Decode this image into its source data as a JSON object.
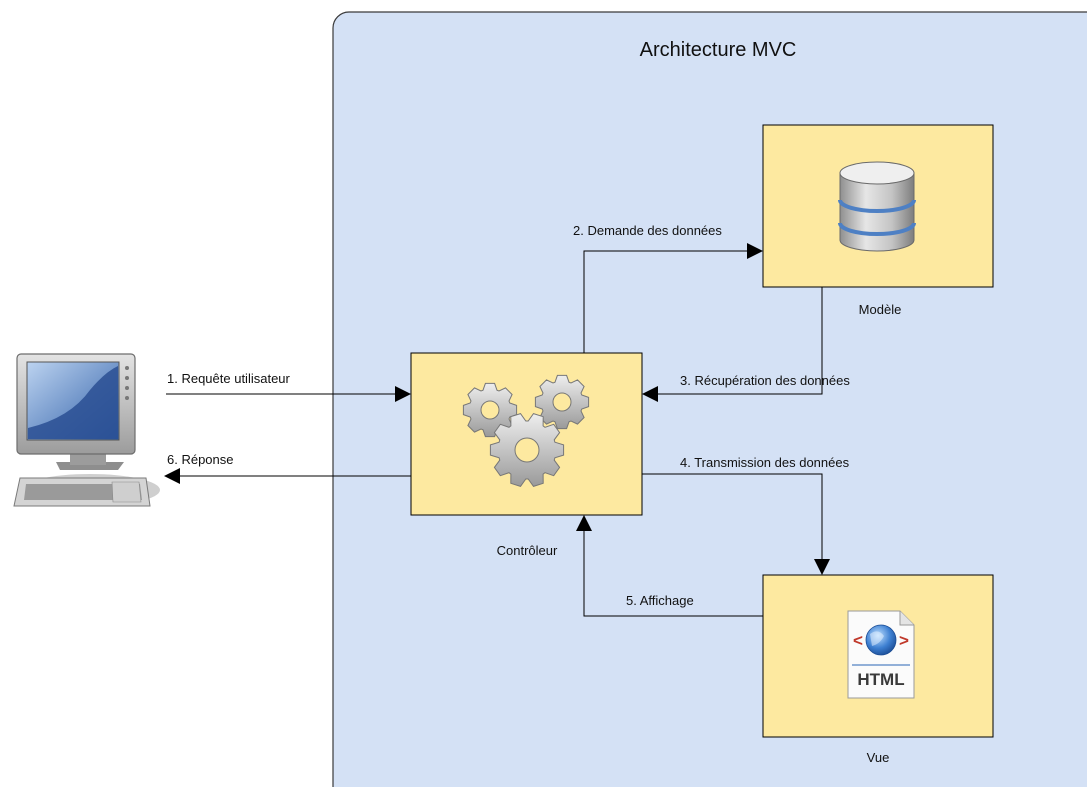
{
  "diagram": {
    "title": "Architecture MVC",
    "colors": {
      "container_fill": "#d4e1f5",
      "container_stroke": "#3a3a3a",
      "component_fill": "#fde9a0",
      "line": "#000000"
    },
    "components": {
      "model": {
        "label": "Modèle",
        "icon": "database-icon"
      },
      "controller": {
        "label": "Contrôleur",
        "icon": "gears-icon"
      },
      "view": {
        "label": "Vue",
        "icon": "html-document-icon",
        "icon_text": "HTML"
      }
    },
    "client": {
      "icon": "desktop-computer-icon"
    },
    "flows": {
      "step1": "1. Requête utilisateur",
      "step2": "2. Demande des données",
      "step3": "3. Récupération des données",
      "step4": "4. Transmission des données",
      "step5": "5. Affichage",
      "step6": "6. Réponse"
    }
  }
}
